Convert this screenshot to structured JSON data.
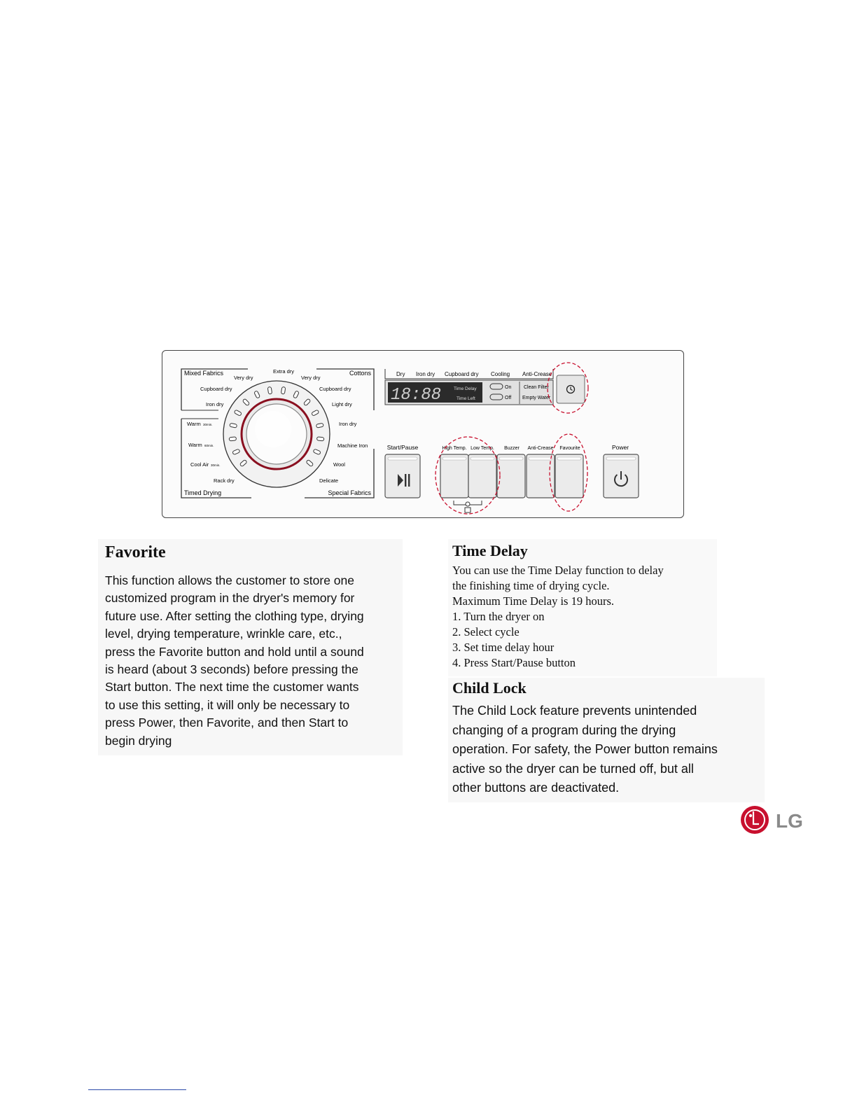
{
  "panel": {
    "dial_groups": {
      "mixed_fabrics": "Mixed Fabrics",
      "cottons": "Cottons",
      "timed_drying": "Timed Drying",
      "special_fabrics": "Special Fabrics"
    },
    "dial_labels": [
      "Very dry",
      "Extra dry",
      "Very dry",
      "Cupboard dry",
      "Iron dry",
      "Cupboard dry",
      "Light dry",
      "Iron dry",
      "Machine Iron",
      "Warm",
      "Warm",
      "Cool Air",
      "Rack dry",
      "Wool",
      "Delicate"
    ],
    "timed_units": [
      "30min.",
      "60min.",
      "30min."
    ],
    "status_labels": [
      "Dry",
      "Iron dry",
      "Cupboard dry",
      "Cooling",
      "Anti-Crease"
    ],
    "display": {
      "digits": "18:88",
      "time_delay": "Time Delay",
      "time_left": "Time Left",
      "on": "On",
      "off": "Off",
      "clean_filter": "Clean Filter",
      "empty_water": "Empty Water"
    },
    "buttons": {
      "start_pause": "Start/Pause",
      "high_temp": "High Temp.",
      "low_temp": "Low Temp.",
      "buzzer": "Buzzer",
      "anti_crease": "Anti-Crease",
      "favourite": "Favourite",
      "power": "Power"
    },
    "accent_color": "#c8102e",
    "icons": [
      "clock-icon",
      "play-pause-icon",
      "power-icon",
      "child-lock-icon"
    ]
  },
  "favorite": {
    "title": "Favorite",
    "lines": [
      "This function allows the customer to store one",
      "customized program in the dryer's memory for",
      "future use. After setting the clothing type, drying",
      "level, drying temperature, wrinkle care, etc.,",
      "press the Favorite button and hold until a sound",
      "is heard (about 3 seconds) before pressing the",
      "Start button. The next time the customer wants",
      "to use this setting, it will only be necessary to",
      "press Power, then Favorite, and then Start to",
      "begin drying"
    ]
  },
  "time_delay": {
    "title": "Time Delay",
    "lines": [
      "You can use the Time Delay function to delay",
      "the finishing time of drying cycle.",
      "Maximum Time Delay is 19 hours.",
      "1. Turn the dryer on",
      "2. Select cycle",
      "3. Set time delay hour",
      "4. Press Start/Pause button"
    ]
  },
  "child_lock": {
    "title": "Child Lock",
    "lines": [
      "The Child Lock feature prevents unintended",
      "changing of a program during the drying",
      "operation. For safety, the Power button remains",
      "active so the dryer can be turned off, but all",
      "other buttons are deactivated."
    ]
  },
  "logo": {
    "text": "LG",
    "color": "#c8102e"
  }
}
